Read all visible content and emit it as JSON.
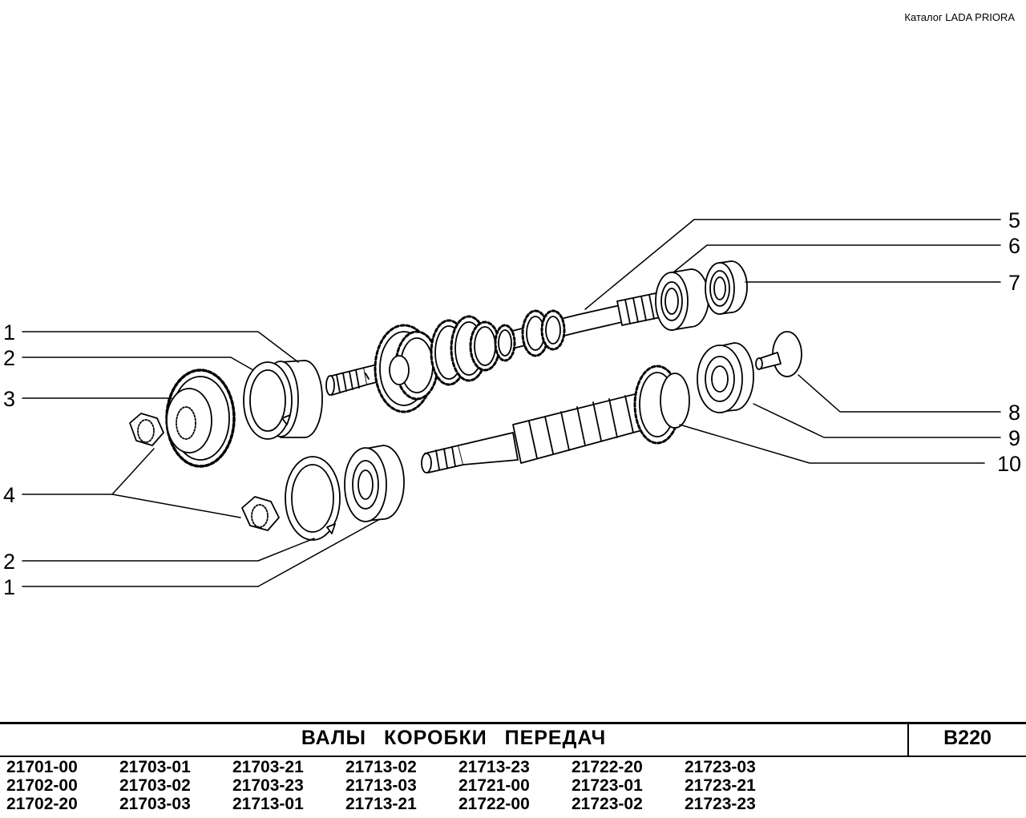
{
  "header": {
    "caption": "Каталог  LADA  PRIORA"
  },
  "diagram": {
    "callouts": {
      "c1a": "1",
      "c2a": "2",
      "c3": "3",
      "c4": "4",
      "c2b": "2",
      "c1b": "1",
      "c5": "5",
      "c6": "6",
      "c7": "7",
      "c8": "8",
      "c9": "9",
      "c10": "10"
    }
  },
  "title_block": {
    "title": "ВАЛЫ  КОРОБКИ  ПЕРЕДАЧ",
    "code": "В220"
  },
  "models": [
    [
      "21701-00",
      "21702-00",
      "21702-20"
    ],
    [
      "21703-01",
      "21703-02",
      "21703-03"
    ],
    [
      "21703-21",
      "21703-23",
      "21713-01"
    ],
    [
      "21713-02",
      "21713-03",
      "21713-21"
    ],
    [
      "21713-23",
      "21721-00",
      "21722-00"
    ],
    [
      "21722-20",
      "21723-01",
      "21723-02"
    ],
    [
      "21723-03",
      "21723-21",
      "21723-23"
    ]
  ]
}
